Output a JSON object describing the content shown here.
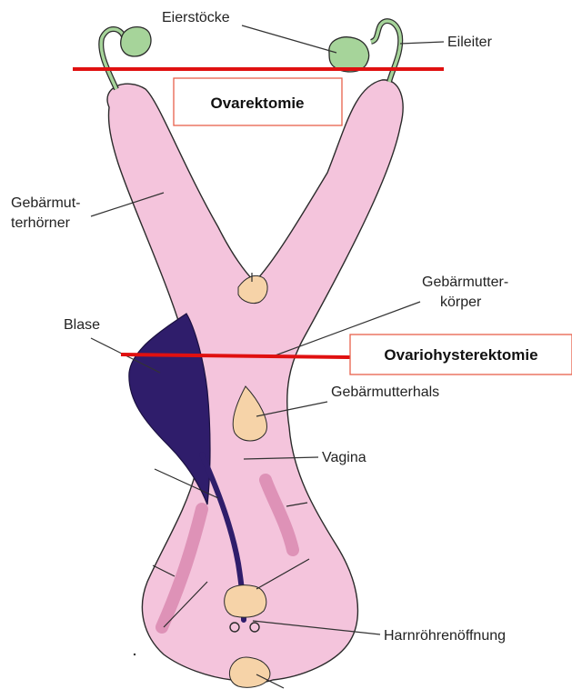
{
  "labels": {
    "ovaries": "Eierstöcke",
    "oviduct": "Eileiter",
    "horns_line1": "Gebärmut-",
    "horns_line2": "terhörner",
    "uterus_body_line1": "Gebärmutter-",
    "uterus_body_line2": "körper",
    "bladder": "Blase",
    "cervix": "Gebärmutterhals",
    "vagina": "Vagina",
    "urethral_opening": "Harnröhrenöffnung"
  },
  "procedures": {
    "ovariectomy": "Ovarektomie",
    "ovariohysterectomy": "Ovariohysterektomie"
  },
  "colors": {
    "uterus": "#f4c4dc",
    "uterus_outline": "#2b2b2b",
    "ovary": "#a6d49a",
    "bladder": "#2f1d6b",
    "cervix": "#f6d3a8",
    "mucosa_stripe": "#d98ab0",
    "cut_line": "#e01010",
    "box_border": "#e8604c"
  }
}
